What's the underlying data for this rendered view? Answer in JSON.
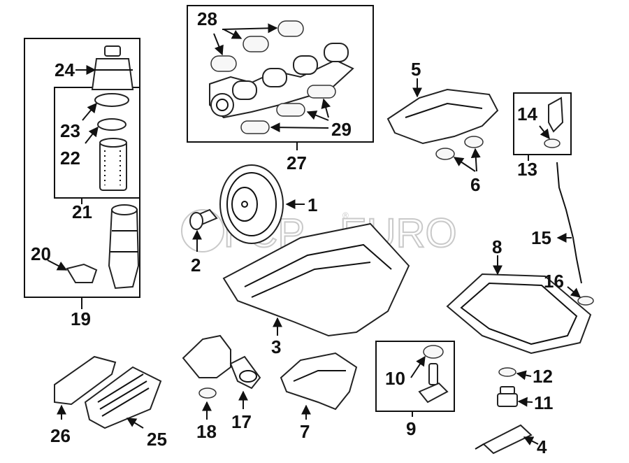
{
  "watermark": {
    "brand": "FCP",
    "suffix": "EURO",
    "registered": "®"
  },
  "callouts": {
    "c1": "1",
    "c2": "2",
    "c3": "3",
    "c4": "4",
    "c5": "5",
    "c6": "6",
    "c7": "7",
    "c8": "8",
    "c9": "9",
    "c10": "10",
    "c11": "11",
    "c12": "12",
    "c13": "13",
    "c14": "14",
    "c15": "15",
    "c16": "16",
    "c17": "17",
    "c18": "18",
    "c19": "19",
    "c20": "20",
    "c21": "21",
    "c22": "22",
    "c23": "23",
    "c24": "24",
    "c25": "25",
    "c26": "26",
    "c27": "27",
    "c28": "28",
    "c29": "29"
  }
}
